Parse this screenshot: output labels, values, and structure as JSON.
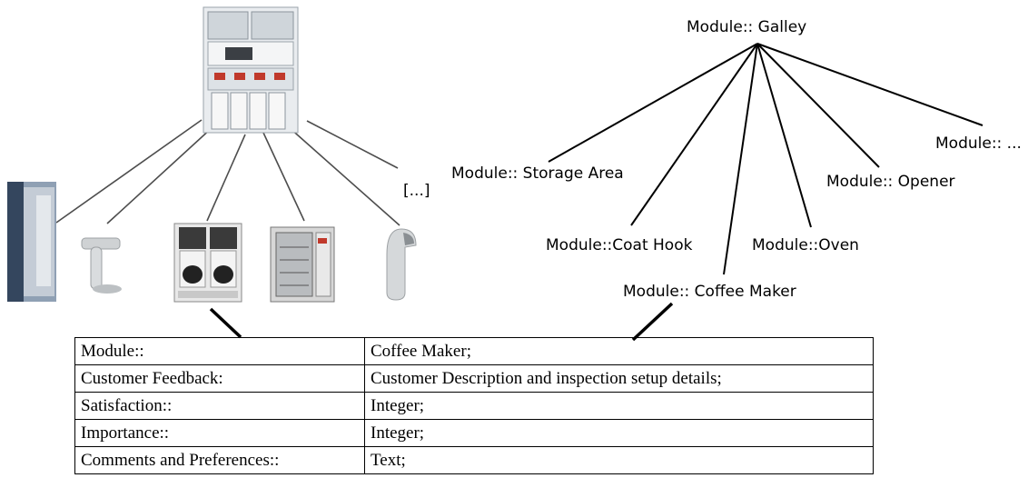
{
  "tree": {
    "root": "Module:: Galley",
    "children": [
      "Module:: Storage Area",
      "Module::Coat Hook",
      "Module:: Coffee Maker",
      "Module::Oven",
      "Module:: Opener",
      "Module:: ..."
    ]
  },
  "left_tree": {
    "more_label": "[...]",
    "images": [
      "galley-unit",
      "storage-cabinet",
      "coat-hook",
      "coffee-maker",
      "oven",
      "opener"
    ]
  },
  "attributes_table": {
    "rows": [
      {
        "key": "Module::",
        "value": "Coffee Maker;"
      },
      {
        "key": "Customer Feedback:",
        "value": "Customer Description and inspection setup details;"
      },
      {
        "key": "Satisfaction::",
        "value": "Integer;"
      },
      {
        "key": "Importance::",
        "value": "Integer;"
      },
      {
        "key": "Comments and Preferences::",
        "value": "Text;"
      }
    ]
  }
}
